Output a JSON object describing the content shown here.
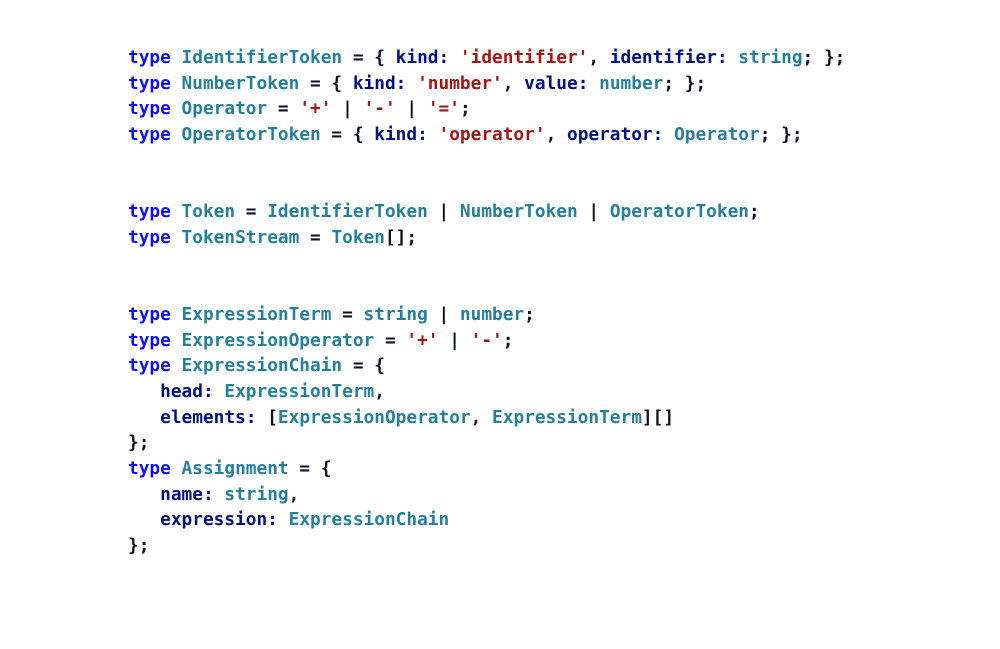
{
  "colors": {
    "background": "#ffffff",
    "token_colors": {
      "kw": "#0d0dff",
      "ty": "#267f99",
      "pr": "#001080",
      "st": "#a31515",
      "pu": "#0f0f23"
    }
  },
  "code": {
    "language": "typescript",
    "lines": [
      [
        [
          "kw",
          "type"
        ],
        [
          "pu",
          " "
        ],
        [
          "ty",
          "IdentifierToken"
        ],
        [
          "pu",
          " = { "
        ],
        [
          "pr",
          "kind:"
        ],
        [
          "pu",
          " "
        ],
        [
          "st",
          "'identifier'"
        ],
        [
          "pu",
          ", "
        ],
        [
          "pr",
          "identifier:"
        ],
        [
          "pu",
          " "
        ],
        [
          "ty",
          "string"
        ],
        [
          "pu",
          "; };"
        ]
      ],
      [
        [
          "kw",
          "type"
        ],
        [
          "pu",
          " "
        ],
        [
          "ty",
          "NumberToken"
        ],
        [
          "pu",
          " = { "
        ],
        [
          "pr",
          "kind:"
        ],
        [
          "pu",
          " "
        ],
        [
          "st",
          "'number'"
        ],
        [
          "pu",
          ", "
        ],
        [
          "pr",
          "value:"
        ],
        [
          "pu",
          " "
        ],
        [
          "ty",
          "number"
        ],
        [
          "pu",
          "; };"
        ]
      ],
      [
        [
          "kw",
          "type"
        ],
        [
          "pu",
          " "
        ],
        [
          "ty",
          "Operator"
        ],
        [
          "pu",
          " = "
        ],
        [
          "st",
          "'+'"
        ],
        [
          "pu",
          " | "
        ],
        [
          "st",
          "'-'"
        ],
        [
          "pu",
          " | "
        ],
        [
          "st",
          "'='"
        ],
        [
          "pu",
          ";"
        ]
      ],
      [
        [
          "kw",
          "type"
        ],
        [
          "pu",
          " "
        ],
        [
          "ty",
          "OperatorToken"
        ],
        [
          "pu",
          " = { "
        ],
        [
          "pr",
          "kind:"
        ],
        [
          "pu",
          " "
        ],
        [
          "st",
          "'operator'"
        ],
        [
          "pu",
          ", "
        ],
        [
          "pr",
          "operator:"
        ],
        [
          "pu",
          " "
        ],
        [
          "ty",
          "Operator"
        ],
        [
          "pu",
          "; };"
        ]
      ],
      [],
      [],
      [
        [
          "kw",
          "type"
        ],
        [
          "pu",
          " "
        ],
        [
          "ty",
          "Token"
        ],
        [
          "pu",
          " = "
        ],
        [
          "ty",
          "IdentifierToken"
        ],
        [
          "pu",
          " | "
        ],
        [
          "ty",
          "NumberToken"
        ],
        [
          "pu",
          " | "
        ],
        [
          "ty",
          "OperatorToken"
        ],
        [
          "pu",
          ";"
        ]
      ],
      [
        [
          "kw",
          "type"
        ],
        [
          "pu",
          " "
        ],
        [
          "ty",
          "TokenStream"
        ],
        [
          "pu",
          " = "
        ],
        [
          "ty",
          "Token"
        ],
        [
          "pu",
          "[];"
        ]
      ],
      [],
      [],
      [
        [
          "kw",
          "type"
        ],
        [
          "pu",
          " "
        ],
        [
          "ty",
          "ExpressionTerm"
        ],
        [
          "pu",
          " = "
        ],
        [
          "ty",
          "string"
        ],
        [
          "pu",
          " | "
        ],
        [
          "ty",
          "number"
        ],
        [
          "pu",
          ";"
        ]
      ],
      [
        [
          "kw",
          "type"
        ],
        [
          "pu",
          " "
        ],
        [
          "ty",
          "ExpressionOperator"
        ],
        [
          "pu",
          " = "
        ],
        [
          "st",
          "'+'"
        ],
        [
          "pu",
          " | "
        ],
        [
          "st",
          "'-'"
        ],
        [
          "pu",
          ";"
        ]
      ],
      [
        [
          "kw",
          "type"
        ],
        [
          "pu",
          " "
        ],
        [
          "ty",
          "ExpressionChain"
        ],
        [
          "pu",
          " = {"
        ]
      ],
      [
        [
          "pu",
          "   "
        ],
        [
          "pr",
          "head:"
        ],
        [
          "pu",
          " "
        ],
        [
          "ty",
          "ExpressionTerm"
        ],
        [
          "pu",
          ","
        ]
      ],
      [
        [
          "pu",
          "   "
        ],
        [
          "pr",
          "elements:"
        ],
        [
          "pu",
          " ["
        ],
        [
          "ty",
          "ExpressionOperator"
        ],
        [
          "pu",
          ", "
        ],
        [
          "ty",
          "ExpressionTerm"
        ],
        [
          "pu",
          "][]"
        ]
      ],
      [
        [
          "pu",
          "};"
        ]
      ],
      [
        [
          "kw",
          "type"
        ],
        [
          "pu",
          " "
        ],
        [
          "ty",
          "Assignment"
        ],
        [
          "pu",
          " = {"
        ]
      ],
      [
        [
          "pu",
          "   "
        ],
        [
          "pr",
          "name:"
        ],
        [
          "pu",
          " "
        ],
        [
          "ty",
          "string"
        ],
        [
          "pu",
          ","
        ]
      ],
      [
        [
          "pu",
          "   "
        ],
        [
          "pr",
          "expression:"
        ],
        [
          "pu",
          " "
        ],
        [
          "ty",
          "ExpressionChain"
        ]
      ],
      [
        [
          "pu",
          "};"
        ]
      ]
    ]
  }
}
